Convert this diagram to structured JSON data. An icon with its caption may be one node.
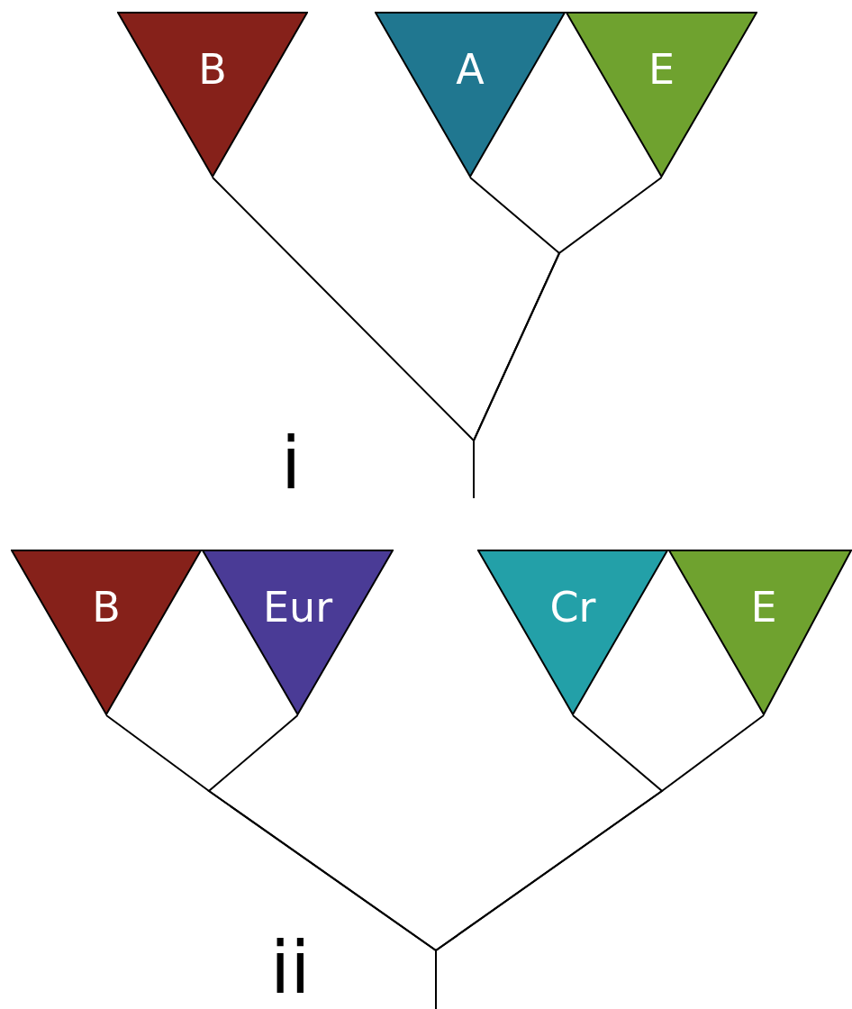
{
  "diagram": {
    "nodes": [
      {
        "text": [
          "B"
        ]
      },
      {
        "text": [
          "A"
        ]
      },
      {
        "text": [
          "E"
        ]
      },
      {
        "text": [
          "B"
        ]
      },
      {
        "text": [
          "Eur"
        ]
      },
      {
        "text": [
          "Cr"
        ]
      },
      {
        "text": [
          "E"
        ]
      }
    ],
    "edges": [
      {
        "from": 0,
        "to": null,
        "arrow": "none"
      },
      {
        "from": 1,
        "to": null,
        "arrow": "none"
      },
      {
        "from": 2,
        "to": null,
        "arrow": "none"
      },
      {
        "from": 3,
        "to": null,
        "arrow": "none"
      },
      {
        "from": 4,
        "to": null,
        "arrow": "none"
      },
      {
        "from": 5,
        "to": null,
        "arrow": "none"
      },
      {
        "from": 6,
        "to": null,
        "arrow": "none"
      }
    ],
    "labels": [
      "i",
      "ii"
    ]
  }
}
